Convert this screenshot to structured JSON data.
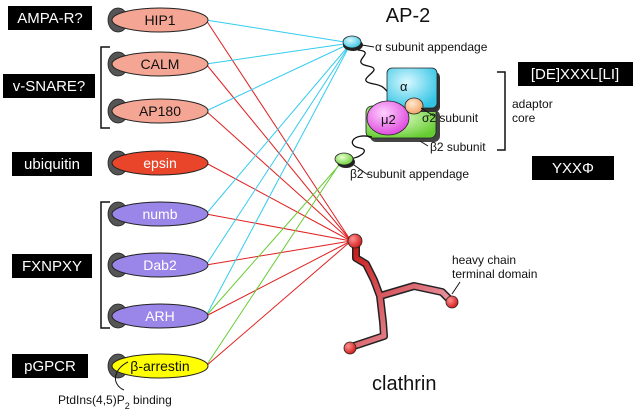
{
  "title": "AP-2",
  "clathrin_label": "clathrin",
  "heavy_chain_label": [
    "heavy chain",
    "terminal domain"
  ],
  "adaptor_core_label": [
    "adaptor",
    "core"
  ],
  "motif_labels": {
    "dexxxl": "[DE]XXXL[LI]",
    "yxx": "YXXΦ"
  },
  "ap2_parts": {
    "alpha_appendage": "α subunit appendage",
    "alpha": "α",
    "sigma2": "σ2 subunit",
    "mu2": "μ2",
    "beta2": "β2 subunit",
    "beta2_appendage": "β2 subunit appendage"
  },
  "left_boxes": {
    "ampar": "AMPA-R?",
    "vsnare": "v-SNARE?",
    "ubiquitin": "ubiquitin",
    "fxnpxy": "FXNPXY",
    "pgpcr": "pGPCR"
  },
  "proteins": [
    {
      "name": "HIP1",
      "color": "#f4a593"
    },
    {
      "name": "CALM",
      "color": "#f4a593"
    },
    {
      "name": "AP180",
      "color": "#f4a593"
    },
    {
      "name": "epsin",
      "color": "#e8452a"
    },
    {
      "name": "numb",
      "color": "#9a86e8"
    },
    {
      "name": "Dab2",
      "color": "#9a86e8"
    },
    {
      "name": "ARH",
      "color": "#9a86e8"
    },
    {
      "name": "β-arrestin",
      "color": "#ffff00"
    }
  ],
  "ptdins_label": "PtdIns(4,5)P",
  "ptdins_sub": "2",
  "ptdins_suffix": " binding",
  "colors": {
    "cyan_line": "#33ccee",
    "red_line": "#e02020",
    "green_line": "#66cc33",
    "black_box": "#000000"
  }
}
